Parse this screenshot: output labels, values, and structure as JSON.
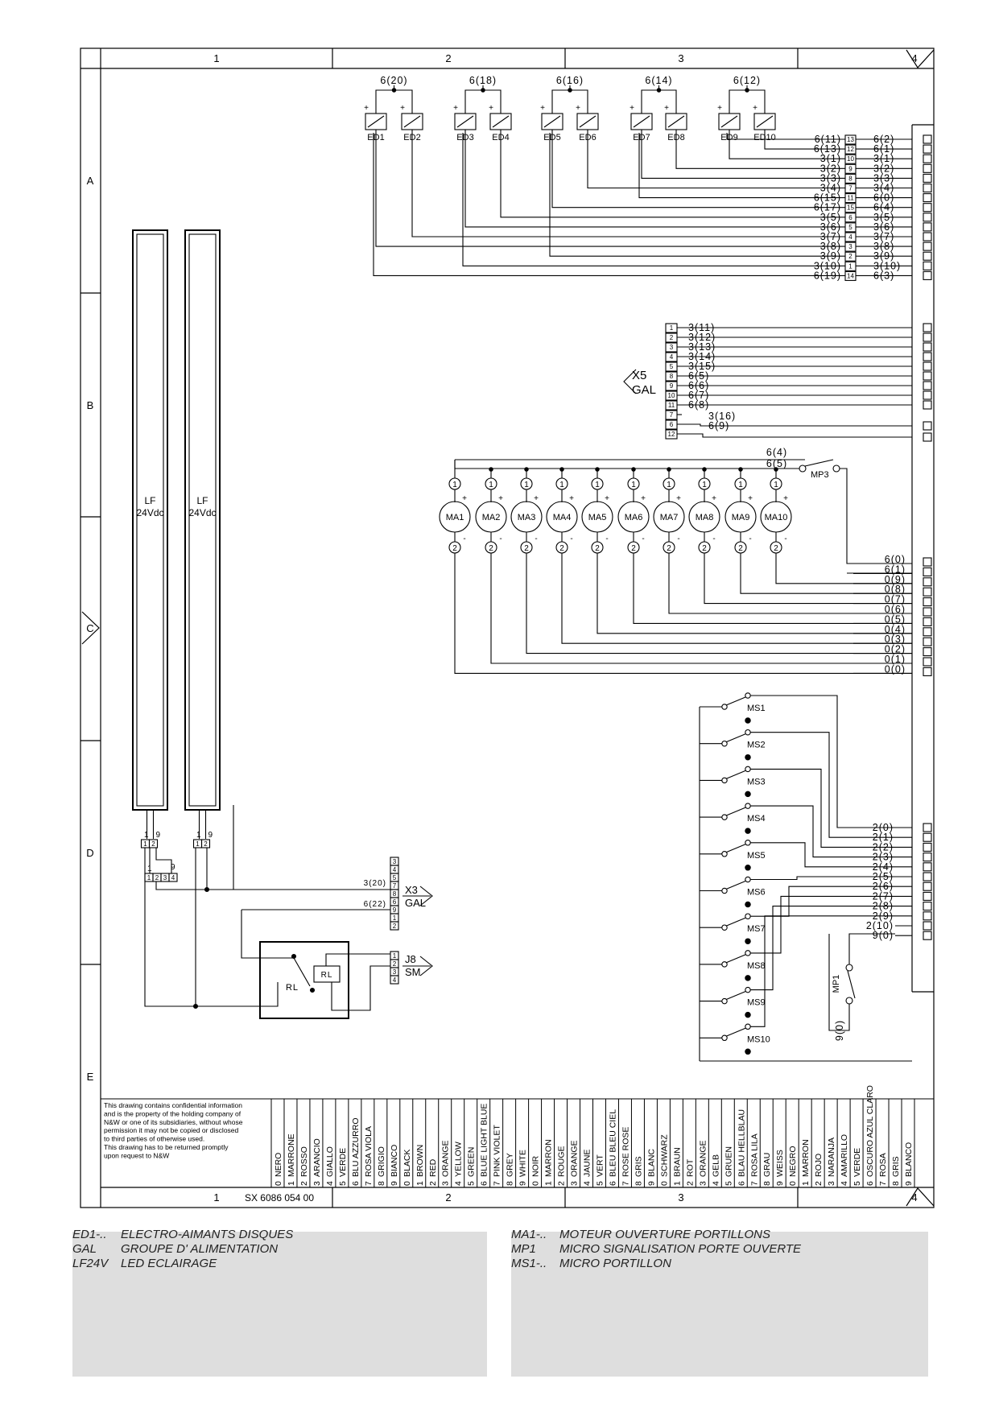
{
  "frame": {
    "cols_top": [
      "1",
      "2",
      "3",
      "4"
    ],
    "rows_side": [
      "A",
      "B",
      "C",
      "D",
      "E"
    ],
    "drawing_number": "SX 6086 054 00"
  },
  "components": {
    "ed": [
      "ED1",
      "ED2",
      "ED3",
      "ED4",
      "ED5",
      "ED6",
      "ED7",
      "ED8",
      "ED9",
      "ED10"
    ],
    "ed_groups": [
      "6(20)",
      "6(18)",
      "6(16)",
      "6(14)",
      "6(12)"
    ],
    "ed_wires": {
      "left": [
        "6(11)",
        "6(13)",
        "3(1)",
        "3(2)",
        "3(3)",
        "3(4)",
        "6(15)",
        "6(17)",
        "3(5)",
        "3(6)",
        "3(7)",
        "3(8)",
        "3(9)",
        "3(10)",
        "6(19)"
      ],
      "terminals": [
        "13",
        "12",
        "10",
        "9",
        "8",
        "7",
        "11",
        "15",
        "6",
        "5",
        "4",
        "3",
        "2",
        "1",
        "14"
      ],
      "right": [
        "6(2)",
        "6(1)",
        "3(1)",
        "3(2)",
        "3(3)",
        "3(4)",
        "6(0)",
        "6(4)",
        "3(5)",
        "3(6)",
        "3(7)",
        "3(8)",
        "3(9)",
        "3(10)",
        "6(3)"
      ]
    },
    "x5": {
      "terminals": [
        "1",
        "2",
        "3",
        "4",
        "5",
        "8",
        "9",
        "10",
        "11",
        "7",
        "6",
        "12"
      ],
      "wires": [
        "3(11)",
        "3(12)",
        "3(13)",
        "3(14)",
        "3(15)",
        "6(5)",
        "6(6)",
        "6(7)",
        "6(8)",
        "3(16)",
        "6(9)"
      ],
      "tag": "X5",
      "sub": "GAL"
    },
    "ma": [
      "MA1",
      "MA2",
      "MA3",
      "MA4",
      "MA5",
      "MA6",
      "MA7",
      "MA8",
      "MA9",
      "MA10"
    ],
    "ma_pins": {
      "top": "1",
      "bottom": "2",
      "plus": "+",
      "minus": "-"
    },
    "mp3": {
      "label": "MP3",
      "wires": [
        "6(4)",
        "6(5)"
      ]
    },
    "ma_wires": [
      "6(0)",
      "6(1)",
      "0(9)",
      "0(8)",
      "0(7)",
      "0(6)",
      "0(5)",
      "0(4)",
      "0(3)",
      "0(2)",
      "0(1)",
      "0(0)"
    ],
    "ms": [
      "MS1",
      "MS2",
      "MS3",
      "MS4",
      "MS5",
      "MS6",
      "MS7",
      "MS8",
      "MS9",
      "MS10"
    ],
    "ms_wires": [
      "2(0)",
      "2(1)",
      "2(2)",
      "2(3)",
      "2(4)",
      "2(5)",
      "2(6)",
      "2(7)",
      "2(8)",
      "2(9)",
      "2(10)",
      "9(0)"
    ],
    "mp1": {
      "label": "MP1",
      "wire": "9(0)"
    },
    "lf": {
      "label": "LF",
      "rating": "24Vdc",
      "pins": [
        "1",
        "9"
      ],
      "term": [
        "1",
        "2"
      ]
    },
    "lf_conn": {
      "pins": [
        "1",
        "9"
      ],
      "term": [
        "1",
        "2",
        "3",
        "4"
      ]
    },
    "x3": {
      "tag": "X3",
      "sub": "GAL",
      "wires": [
        "3(20)",
        "6(22)"
      ],
      "terminals": [
        "3",
        "4",
        "5",
        "7",
        "8",
        "6",
        "9",
        "1",
        "2"
      ]
    },
    "j8": {
      "tag": "J8",
      "sub": "SM",
      "terminals": [
        "1",
        "2",
        "3",
        "4"
      ]
    },
    "relay": {
      "label": "RL",
      "coil": "RL"
    }
  },
  "confidential": [
    "This drawing contains confidential information",
    "and is the property of the holding company of",
    "N&W or one of its subsidiaries, without whose",
    "permission it may not be copied or disclosed",
    "to third parties of otherwise used.",
    "This drawing has to be returned promptly",
    "upon request to N&W"
  ],
  "color_table": [
    {
      "n": "0",
      "name": "NERO"
    },
    {
      "n": "1",
      "name": "MARRONE"
    },
    {
      "n": "2",
      "name": "ROSSO"
    },
    {
      "n": "3",
      "name": "ARANCIO"
    },
    {
      "n": "4",
      "name": "GIALLO"
    },
    {
      "n": "5",
      "name": "VERDE"
    },
    {
      "n": "6",
      "name": "BLU AZZURRO"
    },
    {
      "n": "7",
      "name": "ROSA VIOLA"
    },
    {
      "n": "8",
      "name": "GRIGIO"
    },
    {
      "n": "9",
      "name": "BIANCO"
    },
    {
      "n": "0",
      "name": "BLACK"
    },
    {
      "n": "1",
      "name": "BROWN"
    },
    {
      "n": "2",
      "name": "RED"
    },
    {
      "n": "3",
      "name": "ORANGE"
    },
    {
      "n": "4",
      "name": "YELLOW"
    },
    {
      "n": "5",
      "name": "GREEN"
    },
    {
      "n": "6",
      "name": "BLUE LIGHT BLUE"
    },
    {
      "n": "7",
      "name": "PINK VIOLET"
    },
    {
      "n": "8",
      "name": "GREY"
    },
    {
      "n": "9",
      "name": "WHITE"
    },
    {
      "n": "0",
      "name": "NOIR"
    },
    {
      "n": "1",
      "name": "MARRON"
    },
    {
      "n": "2",
      "name": "ROUGE"
    },
    {
      "n": "3",
      "name": "ORANGE"
    },
    {
      "n": "4",
      "name": "JAUNE"
    },
    {
      "n": "5",
      "name": "VERT"
    },
    {
      "n": "6",
      "name": "BLEU BLEU CIEL"
    },
    {
      "n": "7",
      "name": "ROSE ROSE"
    },
    {
      "n": "8",
      "name": "GRIS"
    },
    {
      "n": "9",
      "name": "BLANC"
    },
    {
      "n": "0",
      "name": "SCHWARZ"
    },
    {
      "n": "1",
      "name": "BRAUN"
    },
    {
      "n": "2",
      "name": "ROT"
    },
    {
      "n": "3",
      "name": "ORANGE"
    },
    {
      "n": "4",
      "name": "GELB"
    },
    {
      "n": "5",
      "name": "GRUEN"
    },
    {
      "n": "6",
      "name": "BLAU HELLBLAU"
    },
    {
      "n": "7",
      "name": "ROSA LILA"
    },
    {
      "n": "8",
      "name": "GRAU"
    },
    {
      "n": "9",
      "name": "WEISS"
    },
    {
      "n": "0",
      "name": "NEGRO"
    },
    {
      "n": "1",
      "name": "MARRON"
    },
    {
      "n": "2",
      "name": "ROJO"
    },
    {
      "n": "3",
      "name": "NARANJA"
    },
    {
      "n": "4",
      "name": "AMARILLO"
    },
    {
      "n": "5",
      "name": "VERDE"
    },
    {
      "n": "6",
      "name": "OSCURO AZUL CLARO"
    },
    {
      "n": "7",
      "name": "ROSA"
    },
    {
      "n": "8",
      "name": "GRIS"
    },
    {
      "n": "9",
      "name": "BLANCO"
    }
  ],
  "legend": {
    "left": [
      {
        "code": "ED1-..",
        "desc": "ELECTRO-AIMANTS DISQUES"
      },
      {
        "code": "GAL",
        "desc": "GROUPE D' ALIMENTATION"
      },
      {
        "code": "LF24V",
        "desc": "LED ECLAIRAGE"
      }
    ],
    "right": [
      {
        "code": "MA1-..",
        "desc": "MOTEUR OUVERTURE PORTILLONS"
      },
      {
        "code": "MP1",
        "desc": "MICRO SIGNALISATION PORTE OUVERTE"
      },
      {
        "code": "MS1-..",
        "desc": "MICRO PORTILLON"
      }
    ]
  }
}
